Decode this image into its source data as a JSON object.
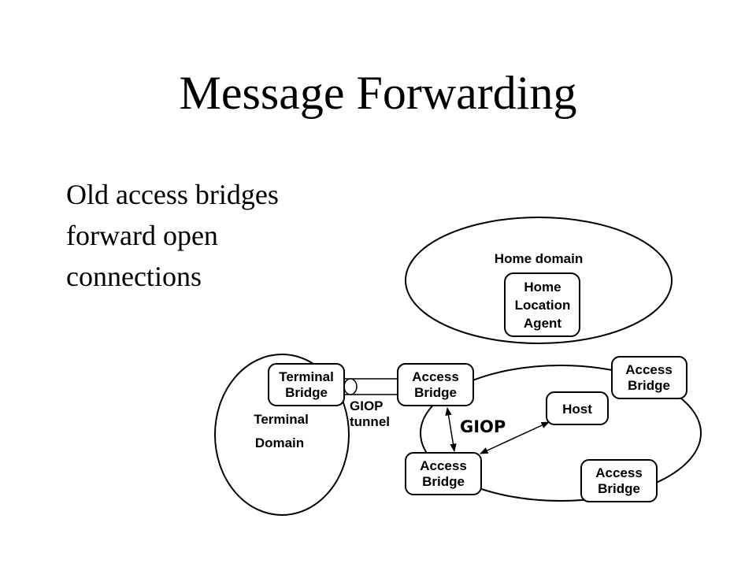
{
  "slide": {
    "title": "Message Forwarding",
    "bullet_lines": [
      "Old access bridges",
      "forward open",
      "connections"
    ]
  },
  "diagram": {
    "home_domain": {
      "label": "Home domain",
      "agent_lines": [
        "Home",
        "Location",
        "Agent"
      ]
    },
    "terminal_domain": {
      "label_lines": [
        "Terminal",
        "Domain"
      ],
      "bridge_lines": [
        "Terminal",
        "Bridge"
      ]
    },
    "tunnel_lines": [
      "GIOP",
      "tunnel"
    ],
    "access_bridge_lines": [
      "Access",
      "Bridge"
    ],
    "host_label": "Host",
    "giop_label": "GIOP"
  }
}
